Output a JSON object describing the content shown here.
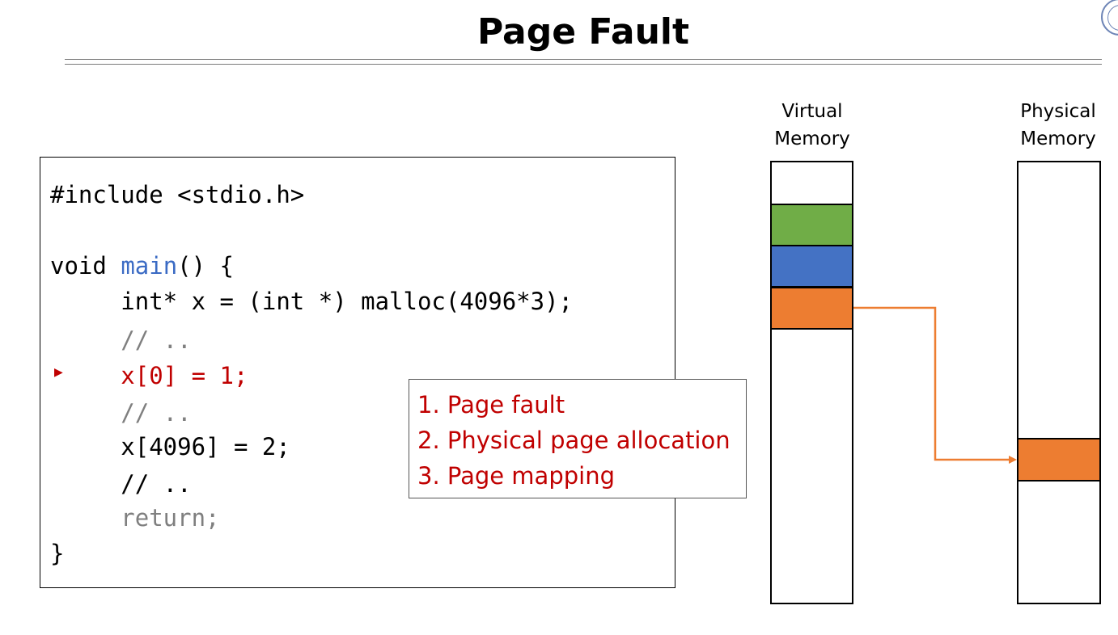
{
  "slide": {
    "title": "Page Fault"
  },
  "code": {
    "lines": [
      "#include <stdio.h>",
      "",
      "void main() {",
      "     int* x = (int *) malloc(4096*3);",
      "     // ..",
      "     x[0] = 1;",
      "     // ..",
      "     x[4096] = 2;",
      "     // ..",
      "     return;",
      "}"
    ],
    "highlighted_line": 5,
    "marker": "▶"
  },
  "steps": {
    "items": [
      "1. Page fault",
      "2. Physical page allocation",
      "3. Page mapping"
    ]
  },
  "virtual_memory": {
    "label_line1": "Virtual",
    "label_line2": "Memory",
    "blocks": [
      {
        "color": "#70ad47",
        "role": "page"
      },
      {
        "color": "#4472c4",
        "role": "page"
      },
      {
        "color": "#ed7d31",
        "role": "page"
      }
    ]
  },
  "physical_memory": {
    "label_line1": "Physical",
    "label_line2": "Memory",
    "blocks": [
      {
        "color": "#ed7d31",
        "role": "allocated-frame"
      }
    ]
  },
  "colors": {
    "highlight": "#c00000",
    "keyword_fn": "#3b6bc4",
    "comment": "#7f7f7f",
    "arrow": "#ed7d31"
  }
}
